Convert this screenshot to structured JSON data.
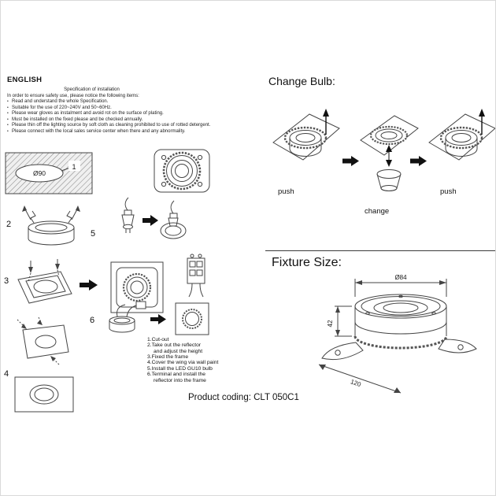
{
  "header": {
    "language": "ENGLISH"
  },
  "spec": {
    "title": "Specification of installation",
    "intro": "In order to ensure safety use, please notice the following items:",
    "items": [
      "Read and understand the whole Specification.",
      "Suitable for the use of 220~240V and 50~60Hz.",
      "Please wear gloves as instalment and avoid rot on the surface of plating.",
      "Must be installed on the fixed please and be checked annually.",
      "Please thin off the lighting source by soft cloth as cleaning prohibited to use of rotted detergent.",
      "Please connect with the local sales service center when there and any abnormality."
    ]
  },
  "figures": {
    "cutout": {
      "diameter": "Ø90",
      "number": "1"
    },
    "step_labels": {
      "s2": "2",
      "s3": "3",
      "s4": "4",
      "s5": "5",
      "s6": "6"
    }
  },
  "steps": {
    "lines": [
      "1.Cut-out",
      "2.Take out the reflector",
      "and adjust the height",
      "3.Fixed the frame",
      "4.Cover the wing via wall paint",
      "5.Install the LED GU10 bulb",
      "6.Terminal and install the",
      "reflector into the frame"
    ]
  },
  "change_bulb": {
    "heading": "Change Bulb:",
    "labels": [
      "push",
      "change",
      "push"
    ]
  },
  "fixture_size": {
    "heading": "Fixture Size:",
    "dims": {
      "diameter": "Ø84",
      "height": "42",
      "length": "120"
    }
  },
  "footer": {
    "product_coding": "Product coding: CLT 050C1"
  },
  "colors": {
    "ink": "#444444",
    "arrow": "#111111"
  }
}
